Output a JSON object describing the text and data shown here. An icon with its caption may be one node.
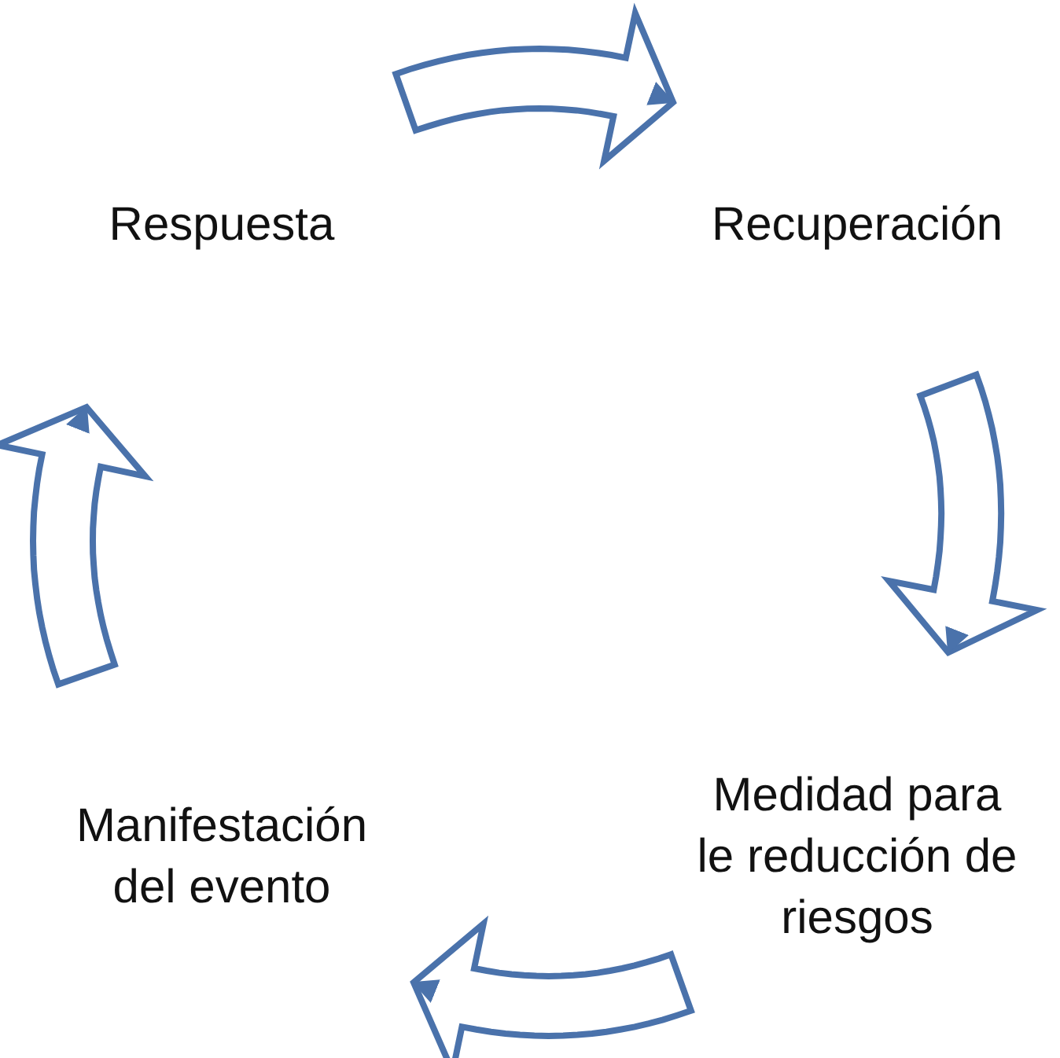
{
  "diagram": {
    "nodes": [
      {
        "text": [
          "Respuesta"
        ]
      },
      {
        "text": [
          "Recuperación"
        ]
      },
      {
        "text": [
          "Medidad para le reducción de riesgos"
        ]
      },
      {
        "text": [
          "Manifestación del evento"
        ]
      }
    ],
    "edges": [
      {
        "from": 0,
        "to": 1,
        "arrow": "to"
      },
      {
        "from": 1,
        "to": 2,
        "arrow": "to"
      },
      {
        "from": 2,
        "to": 3,
        "arrow": "to"
      },
      {
        "from": 3,
        "to": 0,
        "arrow": "to"
      }
    ]
  }
}
